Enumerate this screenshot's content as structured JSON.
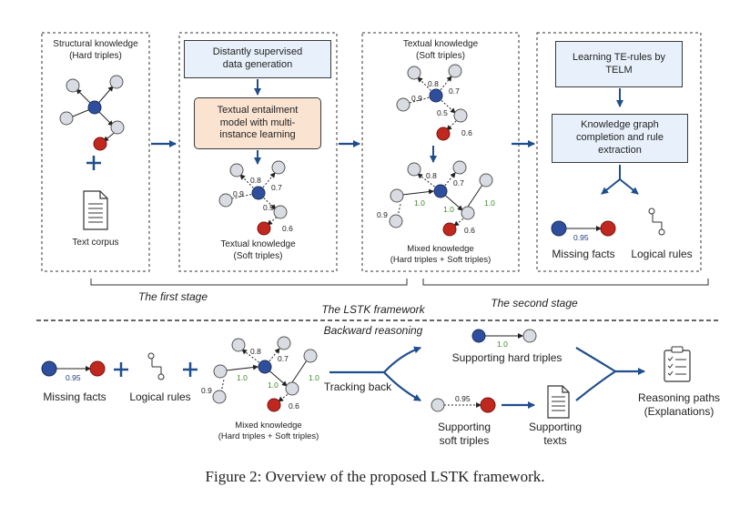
{
  "panel1": {
    "title": "Structural knowledge\n(Hard triples)",
    "text_corpus": "Text corpus"
  },
  "panel2": {
    "box1": "Distantly supervised\ndata generation",
    "box2": "Textual entailment\nmodel with multi-\ninstance learning",
    "caption": "Textual knowledge\n(Soft triples)"
  },
  "panel3": {
    "title": "Textual knowledge\n(Soft triples)",
    "caption": "Mixed knowledge\n(Hard triples + Soft triples)"
  },
  "panel4": {
    "box1": "Learning TE-rules by\nTELM",
    "box2": "Knowledge graph\ncompletion and rule\nextraction",
    "missing_facts": "Missing facts",
    "logical_rules": "Logical rules"
  },
  "stages": {
    "first": "The first stage",
    "framework": "The LSTK framework",
    "second": "The second stage",
    "backward": "Backward reasoning"
  },
  "bottom": {
    "missing_facts": "Missing facts",
    "logical_rules": "Logical rules",
    "mixed_knowledge": "Mixed knowledge\n(Hard triples + Soft triples)",
    "tracking_back": "Tracking back",
    "supporting_hard": "Supporting hard triples",
    "supporting_soft": "Supporting\nsoft triples",
    "supporting_texts": "Supporting\ntexts",
    "reasoning_paths": "Reasoning paths\n(Explanations)"
  },
  "weights": {
    "w095": "0.95",
    "w10": "1.0",
    "w08": "0.8",
    "w07": "0.7",
    "w09": "0.9",
    "w05": "0.5",
    "w06": "0.6"
  },
  "caption": "Figure 2: Overview of the proposed LSTK framework.",
  "colors": {
    "blue_node": "#2f4f9e",
    "red_node": "#c0281f",
    "grey_node": "#d9dde3",
    "arrow": "#1f4e8c",
    "soft_box": "#e8f1fb",
    "orange_box": "#fbe3d2"
  }
}
